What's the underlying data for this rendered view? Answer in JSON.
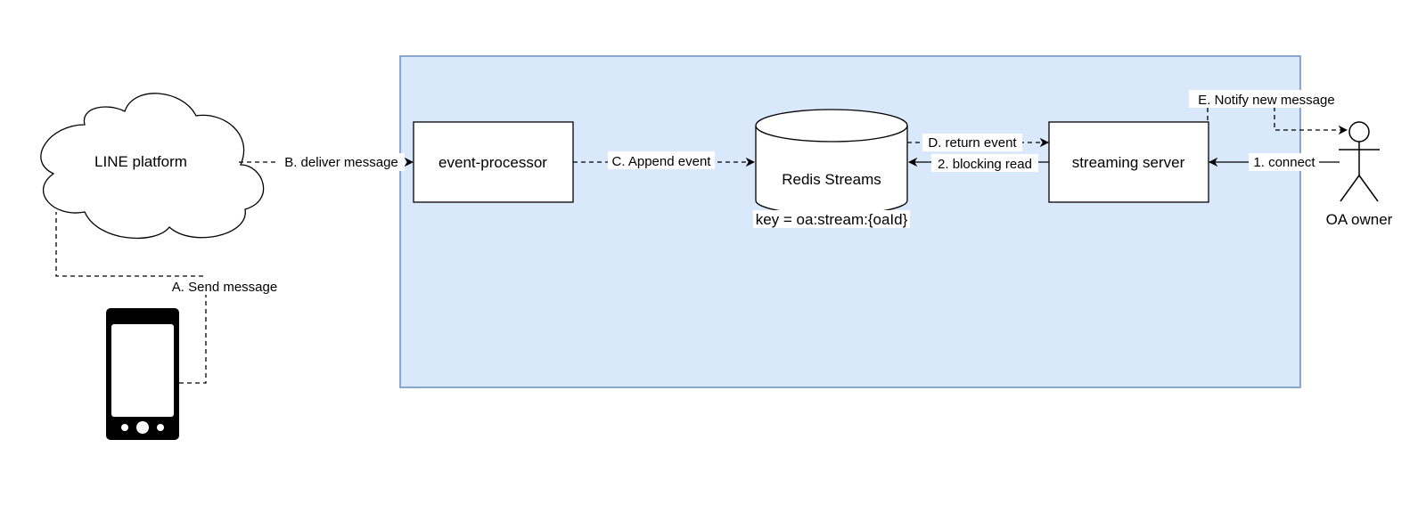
{
  "nodes": {
    "line_platform": "LINE platform",
    "event_processor": "event-processor",
    "redis_streams": "Redis Streams",
    "redis_key": "key = oa:stream:{oaId}",
    "streaming_server": "streaming server",
    "oa_owner": "OA owner"
  },
  "edges": {
    "send_message": "A. Send message",
    "deliver_message": "B. deliver message",
    "append_event": "C. Append event",
    "return_event": "D. return event",
    "blocking_read": "2. blocking read",
    "notify": "E. Notify new message",
    "connect": "1. connect"
  },
  "colors": {
    "container_fill": "#dae8fc",
    "container_stroke": "#6c8ebf",
    "line": "#000000"
  }
}
